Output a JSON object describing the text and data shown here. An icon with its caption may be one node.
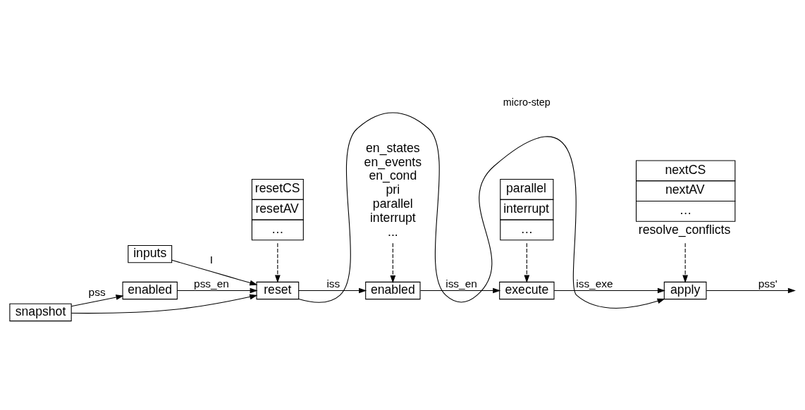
{
  "diagram": {
    "nodes": [
      {
        "text": [
          "inputs"
        ]
      },
      {
        "text": [
          "snapshot"
        ]
      },
      {
        "text": [
          "enabled"
        ]
      },
      {
        "text": [
          "reset"
        ]
      },
      {
        "text": [
          "enabled"
        ]
      },
      {
        "text": [
          "execute"
        ]
      },
      {
        "text": [
          "apply"
        ]
      },
      {
        "text": [
          "resetCS",
          "resetAV",
          "…"
        ]
      },
      {
        "text": [
          "en_states",
          "en_events",
          "en_cond",
          "pri",
          "parallel",
          "interrupt",
          "..."
        ]
      },
      {
        "text": [
          "parallel",
          "interrupt",
          "…"
        ]
      },
      {
        "text": [
          "nextCS",
          "nextAV",
          "…"
        ],
        "beside": [
          "resolve_conflicts"
        ]
      }
    ],
    "edges": [
      {
        "from": 0,
        "to": 3,
        "arrow": "to",
        "label": "I"
      },
      {
        "from": 1,
        "to": 3,
        "arrow": "to"
      },
      {
        "from": 1,
        "to": 2,
        "arrow": "to",
        "label": "pss"
      },
      {
        "from": 2,
        "to": 3,
        "arrow": "to",
        "label": "pss_en"
      },
      {
        "from": 3,
        "to": 4,
        "arrow": "to",
        "label": "iss"
      },
      {
        "from": 4,
        "to": 5,
        "arrow": "to",
        "label": "iss_en"
      },
      {
        "from": 5,
        "to": 6,
        "arrow": "to",
        "label": "iss_exe"
      },
      {
        "from": 3,
        "to": 6,
        "arrow": "to"
      },
      {
        "from": 6,
        "to": null,
        "arrow": "to",
        "label": "pss'"
      },
      {
        "from": 7,
        "to": 3,
        "arrow": "to",
        "style": "dashed"
      },
      {
        "from": 8,
        "to": 4,
        "arrow": "to",
        "style": "dashed"
      },
      {
        "from": 9,
        "to": 5,
        "arrow": "to",
        "style": "dashed"
      },
      {
        "from": 10,
        "to": 6,
        "arrow": "to",
        "style": "dashed"
      }
    ],
    "labels": [
      "micro-step"
    ]
  }
}
